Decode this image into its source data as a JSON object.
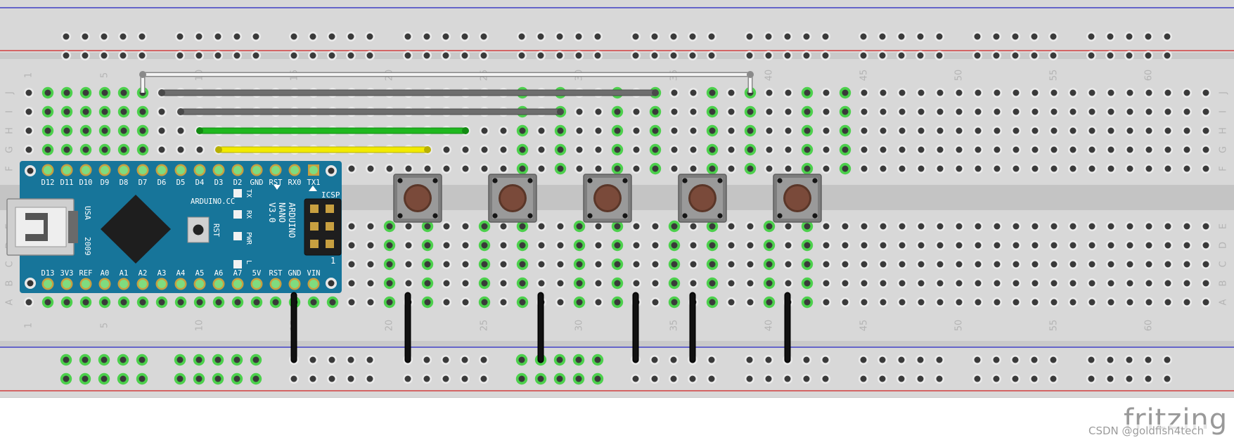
{
  "row_labels": [
    "A",
    "B",
    "C",
    "D",
    "E",
    "F",
    "G",
    "H",
    "I",
    "J"
  ],
  "column_numbers": [
    "1",
    "5",
    "10",
    "15",
    "20",
    "25",
    "30",
    "35",
    "40",
    "45",
    "50",
    "55",
    "60"
  ],
  "arduino": {
    "top_pins": [
      "D12",
      "D11",
      "D10",
      "D9",
      "D8",
      "D7",
      "D6",
      "D5",
      "D4",
      "D3",
      "D2",
      "GND",
      "RST",
      "RX0",
      "TX1"
    ],
    "bottom_pins": [
      "D13",
      "3V3",
      "REF",
      "A0",
      "A1",
      "A2",
      "A3",
      "A4",
      "A5",
      "A6",
      "A7",
      "5V",
      "RST",
      "GND",
      "VIN"
    ],
    "led_labels": [
      "TX",
      "RX",
      "PWR",
      "L"
    ],
    "site": "ARDUINO.CC",
    "model_lines": [
      "ARDUINO",
      "NANO",
      "V3.0"
    ],
    "icsp": "ICSP",
    "rst": "RST",
    "usa": "USA",
    "year": "2009",
    "icsp_pin": "1"
  },
  "colors": {
    "breadboard": "#d8d8d8",
    "rail_blue": "#2020c0",
    "rail_red": "#d02020",
    "connected_hole": "#4cd04c",
    "nano_board": "#17759a",
    "wire_gray": "#6e6e6e",
    "wire_white": "#f4f4f4",
    "wire_green": "#1fb81f",
    "wire_yellow": "#f2ea00",
    "wire_black": "#111111",
    "button_cap": "#7a4a3a"
  },
  "watermark": {
    "brand": "fritzing",
    "credit": "CSDN @goldfish4tech"
  }
}
